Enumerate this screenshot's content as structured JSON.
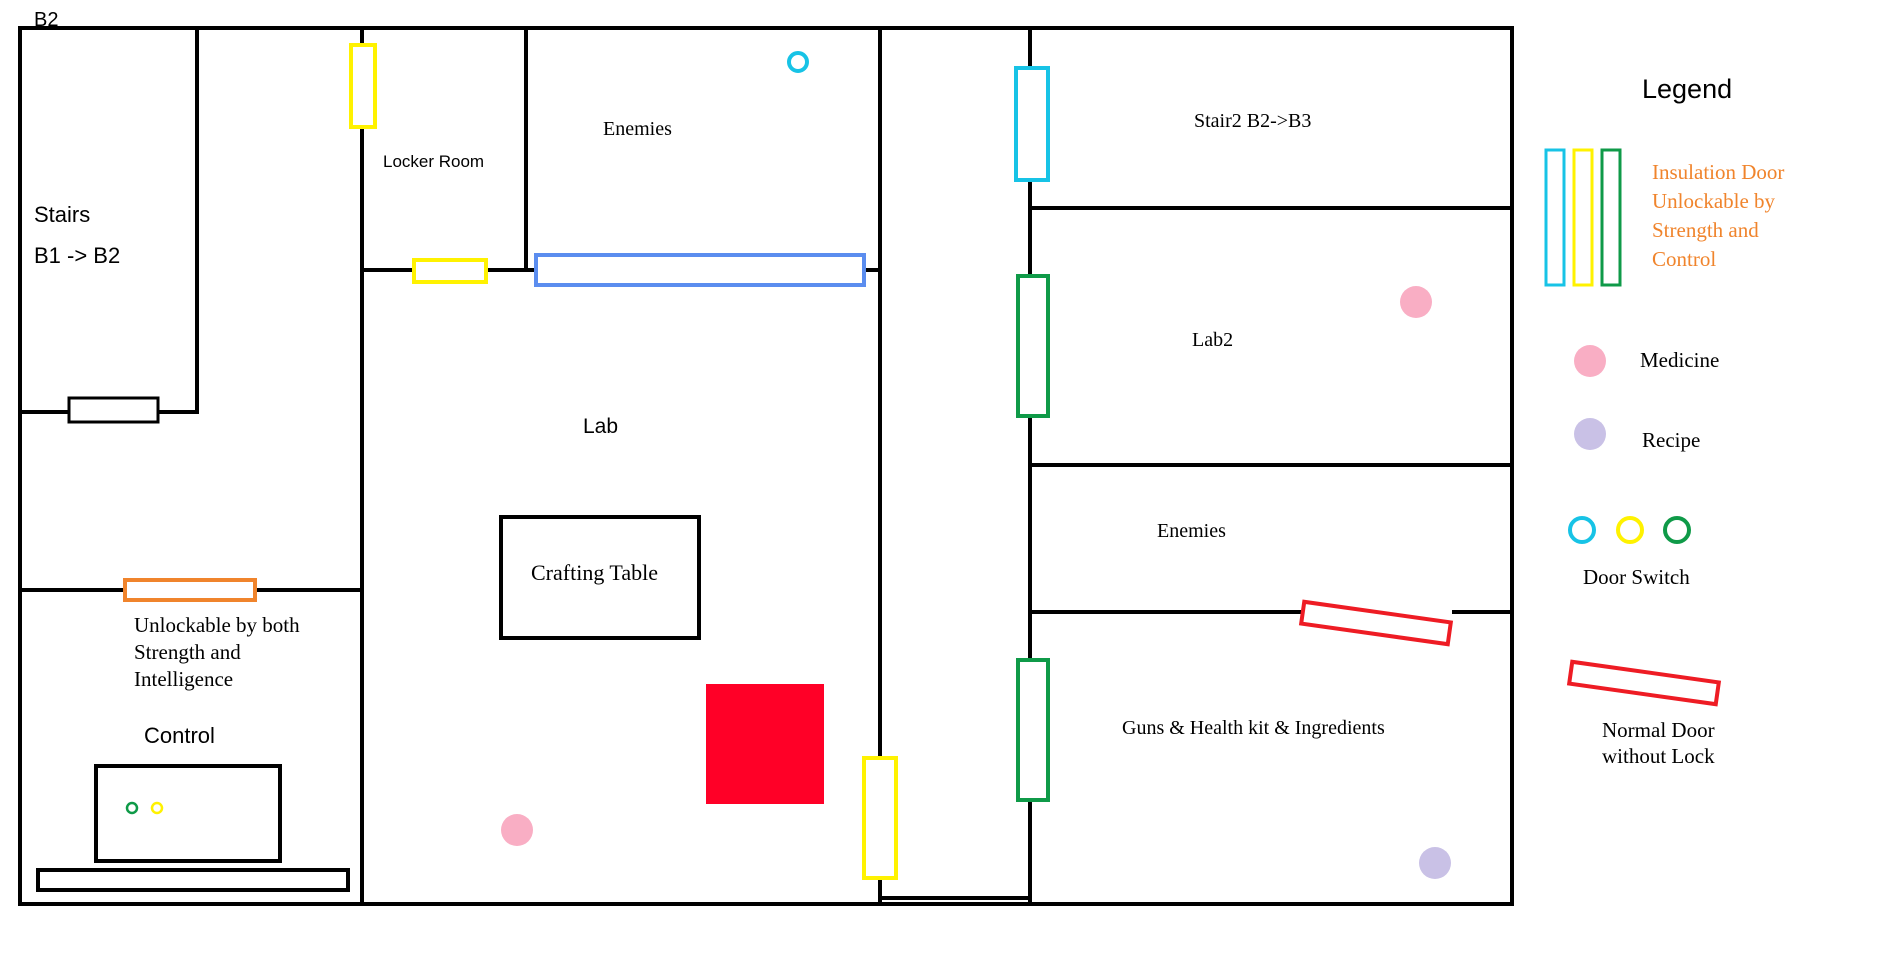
{
  "map": {
    "floor_label": "B2",
    "rooms": {
      "stairs_title": "Stairs",
      "stairs_sub": "B1 -> B2",
      "locker_room": "Locker Room",
      "enemies_top": "Enemies",
      "lab": "Lab",
      "crafting_table": "Crafting Table",
      "unlockable_note_1": "Unlockable by both",
      "unlockable_note_2": "Strength and",
      "unlockable_note_3": "Intelligence",
      "control": "Control",
      "stair2": "Stair2 B2->B3",
      "lab2": "Lab2",
      "enemies_right": "Enemies",
      "guns_room": "Guns & Health kit & Ingredients"
    }
  },
  "legend": {
    "title": "Legend",
    "insulation_1": "Insulation Door",
    "insulation_2": "Unlockable by",
    "insulation_3": "Strength and",
    "insulation_4": "Control",
    "medicine": "Medicine",
    "recipe": "Recipe",
    "door_switch": "Door Switch",
    "normal_door_1": "Normal Door",
    "normal_door_2": "without Lock"
  },
  "colors": {
    "wall": "#000000",
    "cyan_door": "#17c3e6",
    "yellow_door": "#fff200",
    "green_door": "#0f9a48",
    "blue_door": "#5b8def",
    "orange_door": "#f0842c",
    "red_door": "#ee1c24",
    "red_block": "#ff0027",
    "medicine": "#f9aec4",
    "recipe": "#c9c1e6",
    "legend_orange_text": "#f0842c"
  }
}
